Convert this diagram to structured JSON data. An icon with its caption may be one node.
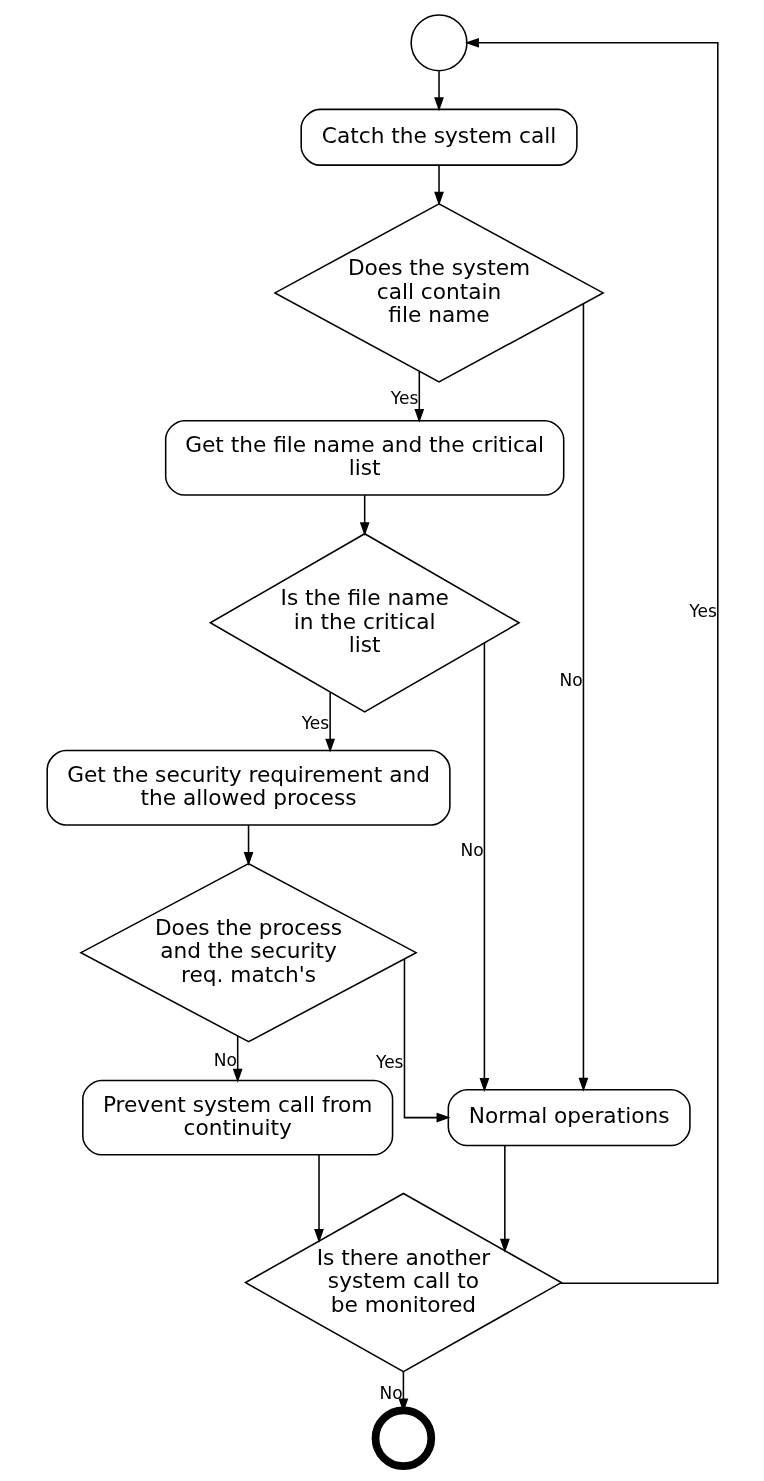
{
  "diagram": {
    "nodes": [
      {
        "text": [],
        "shape": "circle"
      },
      {
        "text": [
          "Catch the system call"
        ]
      },
      {
        "text": [
          "Does the system call contain file name"
        ]
      },
      {
        "text": [
          "Get the file name and the critical list"
        ]
      },
      {
        "text": [
          "Is the file name in the critical list"
        ]
      },
      {
        "text": [
          "Get the security requirement and the allowed process"
        ]
      },
      {
        "text": [
          "Does the process and the security req. match's"
        ]
      },
      {
        "text": [
          "Prevent system call from continuity"
        ]
      },
      {
        "text": [
          "Normal operations"
        ]
      },
      {
        "text": [
          "Is there another system call to be monitored"
        ]
      },
      {
        "text": [],
        "shape": "circle"
      }
    ],
    "edges": [
      {
        "from": 0,
        "to": 1,
        "arrow": "to"
      },
      {
        "from": 1,
        "to": 2,
        "arrow": "to"
      },
      {
        "from": 2,
        "to": 3,
        "arrow": "to",
        "label": "Yes"
      },
      {
        "from": 2,
        "to": 8,
        "arrow": "to",
        "label": "No"
      },
      {
        "from": 3,
        "to": 4,
        "arrow": "to"
      },
      {
        "from": 4,
        "to": 5,
        "arrow": "to",
        "label": "Yes"
      },
      {
        "from": 4,
        "to": 8,
        "arrow": "to",
        "label": "No"
      },
      {
        "from": 5,
        "to": 6,
        "arrow": "to"
      },
      {
        "from": 6,
        "to": 7,
        "arrow": "to",
        "label": "No"
      },
      {
        "from": 6,
        "to": 8,
        "arrow": "to",
        "label": "Yes"
      },
      {
        "from": 8,
        "to": 9,
        "arrow": "to"
      },
      {
        "from": 7,
        "to": 9,
        "arrow": "to"
      },
      {
        "from": 9,
        "to": 0,
        "arrow": "to",
        "label": "Yes"
      },
      {
        "from": 9,
        "to": 10,
        "arrow": "to",
        "label": "No"
      }
    ]
  }
}
